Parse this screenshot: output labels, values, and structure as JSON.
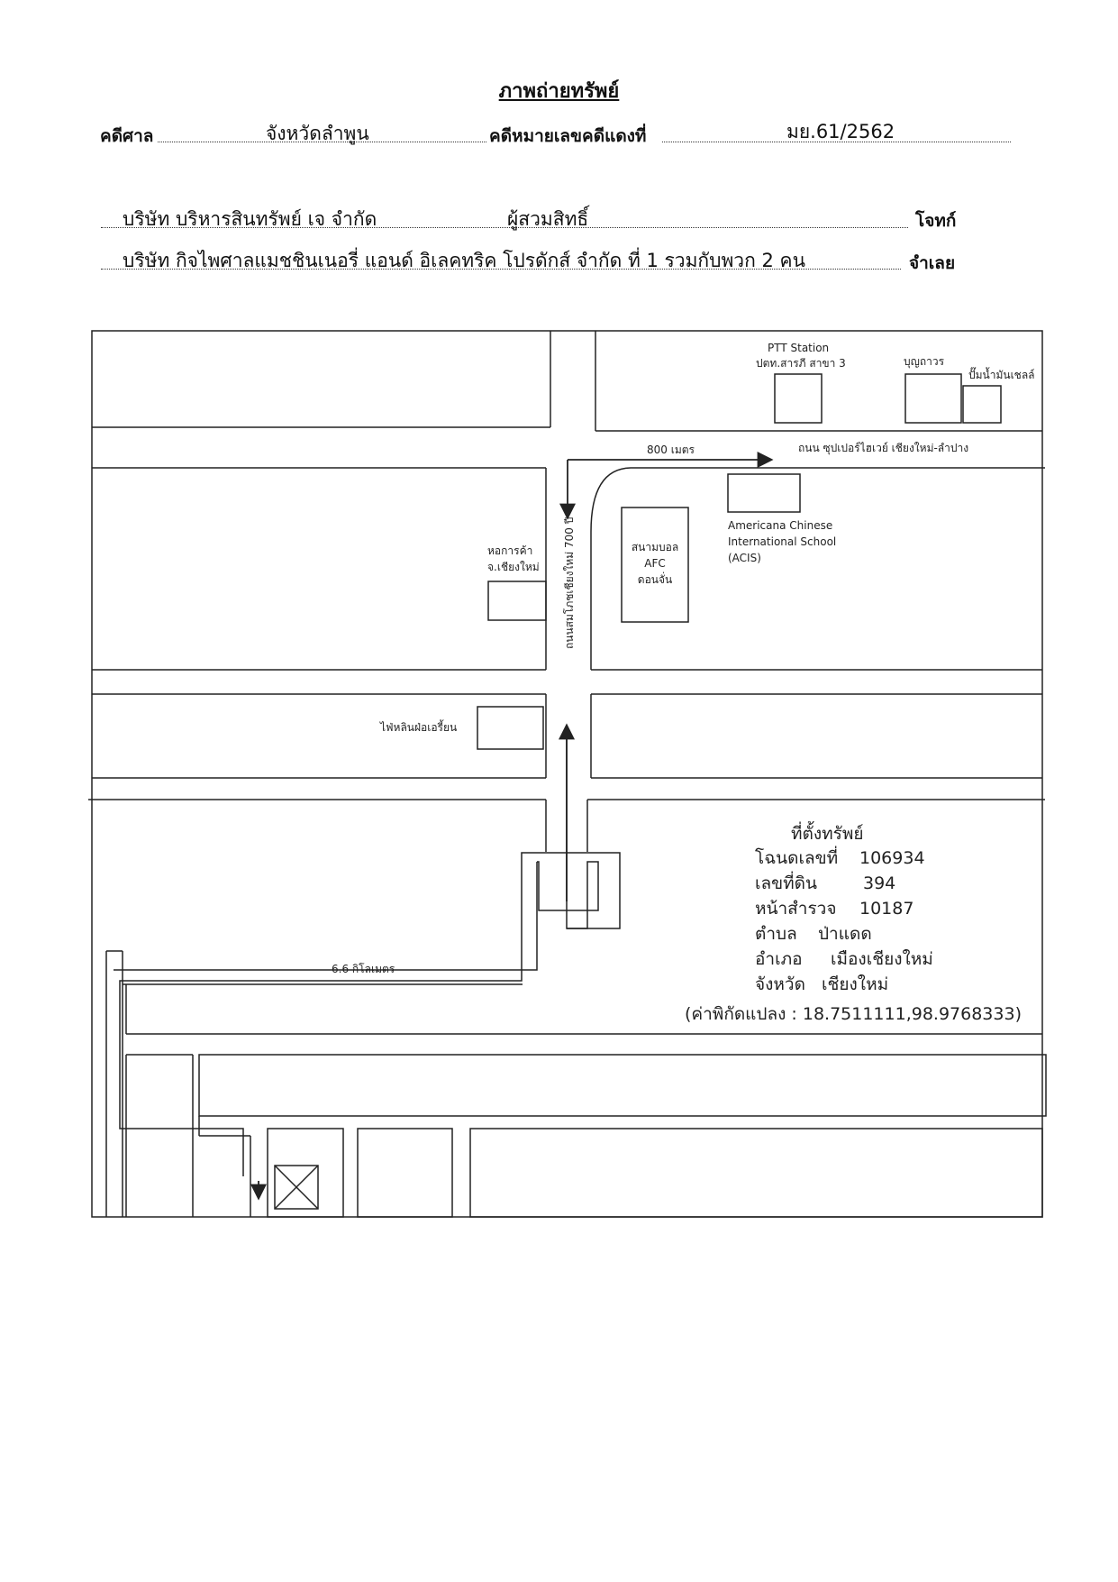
{
  "header": {
    "title": "ภาพถ่ายทรัพย์",
    "court_label": "คดีศาล",
    "court_value": "จังหวัดลำพูน",
    "case_label": "คดีหมายเลขคดีแดงที่",
    "case_value": "มย.61/2562",
    "plaintiff_name": "บริษัท บริหารสินทรัพย์ เจ จำกัด",
    "plaintiff_note": "ผู้สวมสิทธิ์",
    "plaintiff_label": "โจทก์",
    "defendant_name": "บริษัท กิจไพศาลแมชชินเนอรี่ แอนด์ อิเลคทริค โปรดักส์ จำกัด ที่ 1 รวมกับพวก 2 คน",
    "defendant_label": "จำเลย"
  },
  "map": {
    "labels": {
      "ptt_line1": "PTT Station",
      "ptt_line2": "ปตท.สารภี สาขา 3",
      "boonthavorn": "บุญถาวร",
      "fuel_pump": "ปั๊มน้ำมันเชลล์",
      "distance_800": "800 เมตร",
      "superhighway": "ถนน ซุปเปอร์ไฮเวย์ เชียงใหม่-ลำปาง",
      "acis_line1": "Americana Chinese",
      "acis_line2": "International School",
      "acis_line3": "(ACIS)",
      "chamber_line1": "หอการค้า",
      "chamber_line2": "จ.เชียงใหม่",
      "afc_line1": "สนามบอล",
      "afc_line2": "AFC",
      "afc_line3": "ดอนจั่น",
      "road_700": "ถนนสมโภชเชียงใหม่ 700 ปี",
      "restaurant": "ไฟ่หลินฝ่อเอรี้ยน",
      "distance_66": "6.6 กิโลเมตร"
    },
    "property": {
      "heading": "ที่ตั้งทรัพย์",
      "deed_label": "โฉนดเลขที่",
      "deed_value": "106934",
      "land_no_label": "เลขที่ดิน",
      "land_no_value": "394",
      "survey_label": "หน้าสำรวจ",
      "survey_value": "10187",
      "subdistrict_label": "ตำบล",
      "subdistrict_value": "ป่าแดด",
      "district_label": "อำเภอ",
      "district_value": "เมืองเชียงใหม่",
      "province_label": "จังหวัด",
      "province_value": "เชียงใหม่",
      "coordinates": "(ค่าพิกัดแปลง : 18.7511111,98.9768333)"
    }
  }
}
